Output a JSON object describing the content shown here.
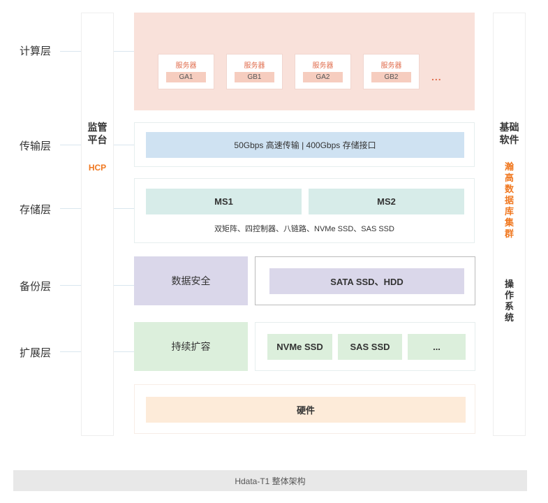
{
  "layers": {
    "compute": "计算层",
    "transport": "传输层",
    "storage": "存储层",
    "backup": "备份层",
    "extend": "扩展层"
  },
  "monitor": {
    "title": "监管平台",
    "subtitle": "HCP"
  },
  "basesoft": {
    "title": "基础软件",
    "highlight": "瀚高数据库集群",
    "os": "操作系统"
  },
  "compute": {
    "servers": [
      {
        "title": "服务器",
        "code": "GA1"
      },
      {
        "title": "服务器",
        "code": "GB1"
      },
      {
        "title": "服务器",
        "code": "GA2"
      },
      {
        "title": "服务器",
        "code": "GB2"
      }
    ],
    "more": "..."
  },
  "transport": {
    "text": "50Gbps 高速传输 | 400Gbps 存储接口"
  },
  "storage": {
    "ms1": "MS1",
    "ms2": "MS2",
    "desc": "双矩阵、四控制器、八链路、NVMe SSD、SAS SSD"
  },
  "backup": {
    "left": "数据安全",
    "right": "SATA SSD、HDD"
  },
  "extend": {
    "left": "持续扩容",
    "items": [
      "NVMe SSD",
      "SAS SSD",
      "..."
    ]
  },
  "hardware": {
    "text": "硬件"
  },
  "caption": "Hdata-T1 整体架构",
  "colors": {
    "compute_bg": "#f9e1da",
    "transport_bar": "#cfe2f2",
    "storage_bar": "#d7ece9",
    "backup_box": "#dad7ea",
    "extend_box": "#dcefdc",
    "hardware_bar": "#fdebd9",
    "accent_orange": "#f07820"
  }
}
